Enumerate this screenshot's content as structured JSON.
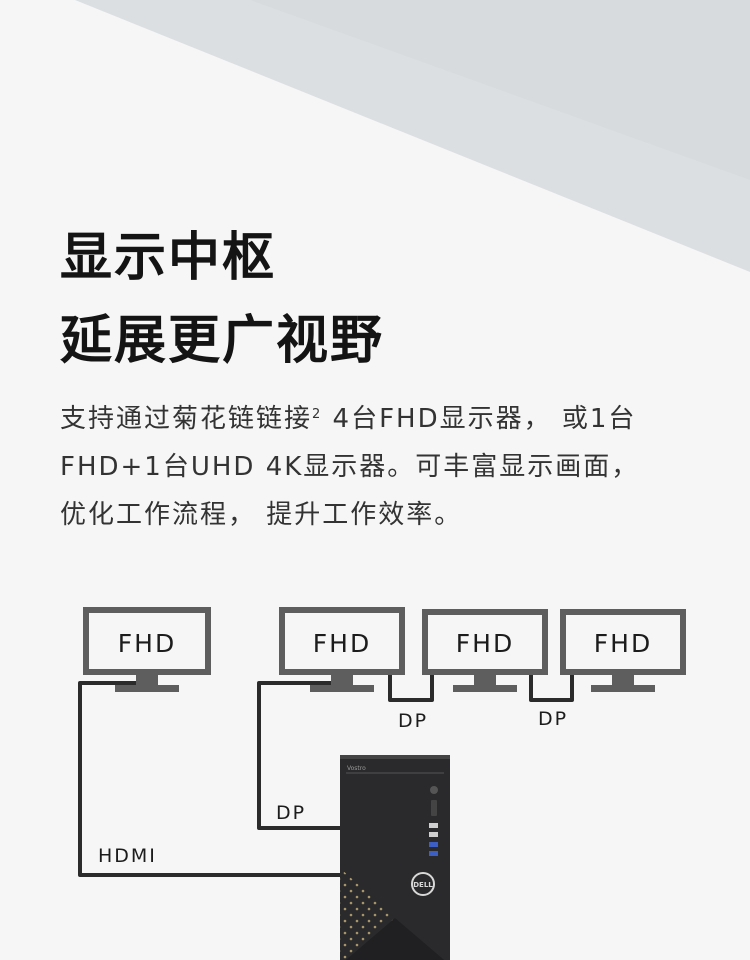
{
  "heading": {
    "line1": "显示中枢",
    "line2": "延展更广视野"
  },
  "description": {
    "line1_a": "支持通过菊花链链接",
    "line1_sup": "2",
    "line1_b": " 4台FHD显示器， 或1台",
    "line2": "FHD+1台UHD 4K显示器。可丰富显示画面，",
    "line3": "优化工作流程， 提升工作效率。"
  },
  "diagram": {
    "monitors": [
      "FHD",
      "FHD",
      "FHD",
      "FHD"
    ],
    "cables": {
      "hdmi": "HDMI",
      "dp_main": "DP",
      "dp_chain1": "DP",
      "dp_chain2": "DP"
    },
    "tower": {
      "brand_text": "Vostro",
      "logo_text": "DELL"
    }
  },
  "colors": {
    "monitor_gray": "#5e5e5e",
    "cable": "#2b2b2b",
    "tower_body": "#2a2a2c",
    "gold_pattern": "#a8956a"
  }
}
